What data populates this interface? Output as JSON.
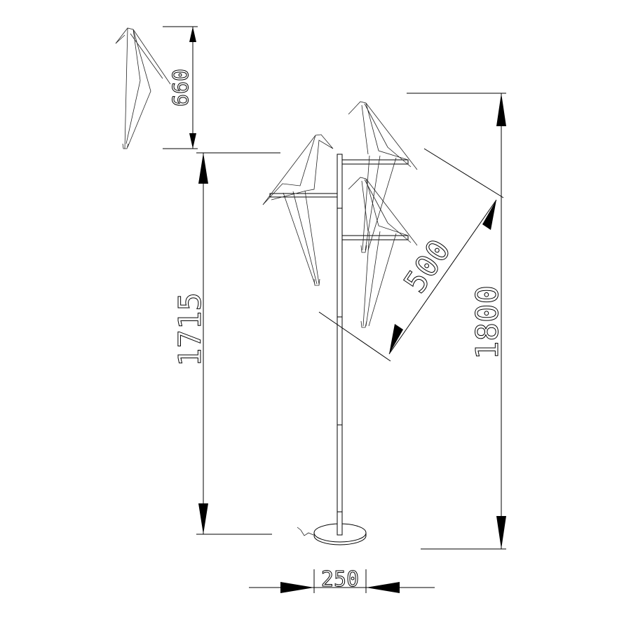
{
  "dimensions": {
    "bird_height": "660",
    "lamp_height_to_top_arm": "1715",
    "total_height": "1800",
    "bird_span": "500",
    "base_diameter": "250"
  }
}
